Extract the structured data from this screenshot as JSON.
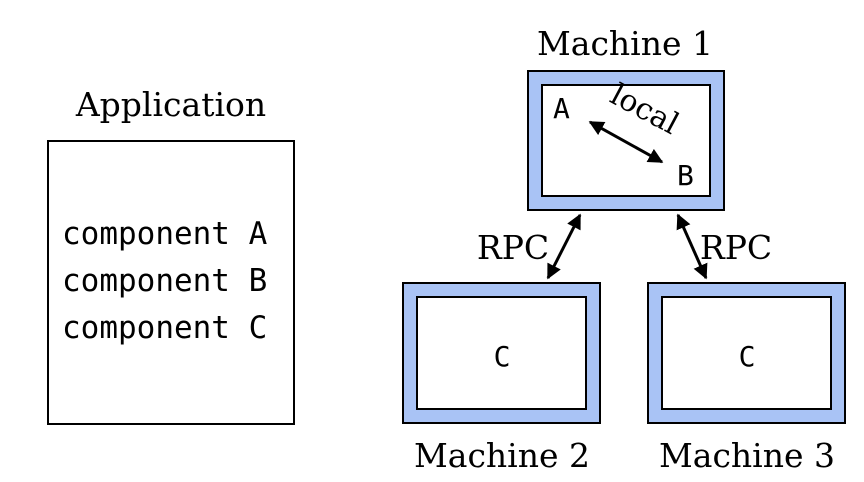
{
  "application": {
    "title": "Application",
    "components": [
      "component A",
      "component B",
      "component C"
    ]
  },
  "machines": [
    {
      "name": "Machine 1",
      "labels": [
        "A",
        "B"
      ]
    },
    {
      "name": "Machine 2",
      "labels": [
        "C"
      ]
    },
    {
      "name": "Machine 3",
      "labels": [
        "C"
      ]
    }
  ],
  "links": {
    "local": "local",
    "rpc_left": "RPC",
    "rpc_right": "RPC"
  },
  "colors": {
    "machine_frame": "#a9c3f5",
    "stroke": "#000000"
  }
}
